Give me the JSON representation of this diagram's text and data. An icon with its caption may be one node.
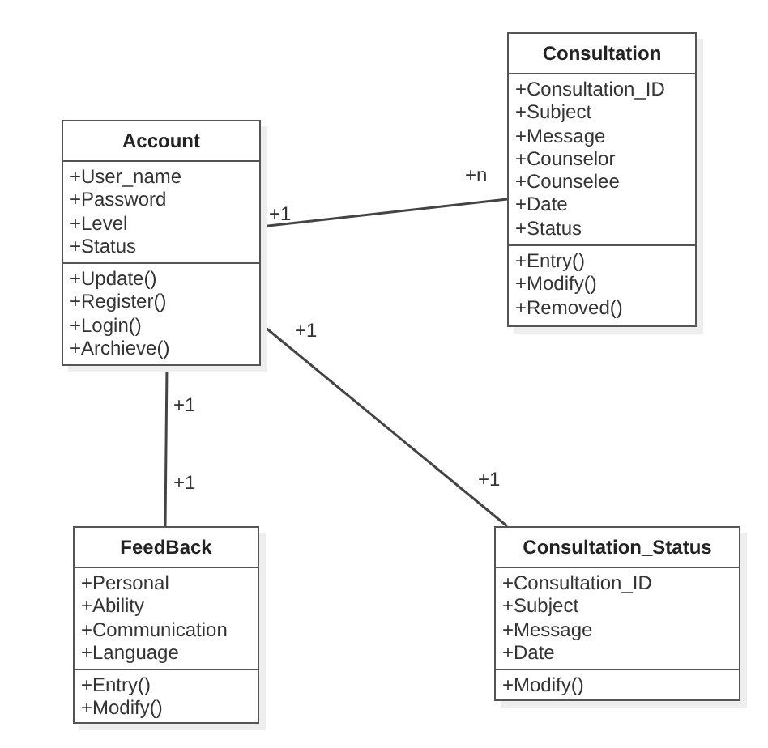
{
  "diagram": {
    "nodes": [
      {
        "text": [
          "Account",
          "+User_name",
          "+Password",
          "+Level",
          "+Status",
          "+Update()",
          "+Register()",
          "+Login()",
          "+Archieve()"
        ]
      },
      {
        "text": [
          "Consultation",
          "+Consultation_ID",
          "+Subject",
          "+Message",
          "+Counselor",
          "+Counselee",
          "+Date",
          "+Status",
          "+Entry()",
          "+Modify()",
          "+Removed()"
        ]
      },
      {
        "text": [
          "FeedBack",
          "+Personal",
          "+Ability",
          "+Communication",
          "+Language",
          "+Entry()",
          "+Modify()"
        ]
      },
      {
        "text": [
          "Consultation_Status",
          "+Consultation_ID",
          "+Subject",
          "+Message",
          "+Date",
          "+Modify()"
        ]
      }
    ],
    "edges": [
      {
        "from": 0,
        "to": 1,
        "arrow": "none"
      },
      {
        "from": 0,
        "to": 2,
        "arrow": "none"
      },
      {
        "from": 0,
        "to": 3,
        "arrow": "none"
      }
    ],
    "labels": [
      "+n",
      "+1",
      "+1",
      "+1",
      "+1",
      "+1"
    ]
  }
}
